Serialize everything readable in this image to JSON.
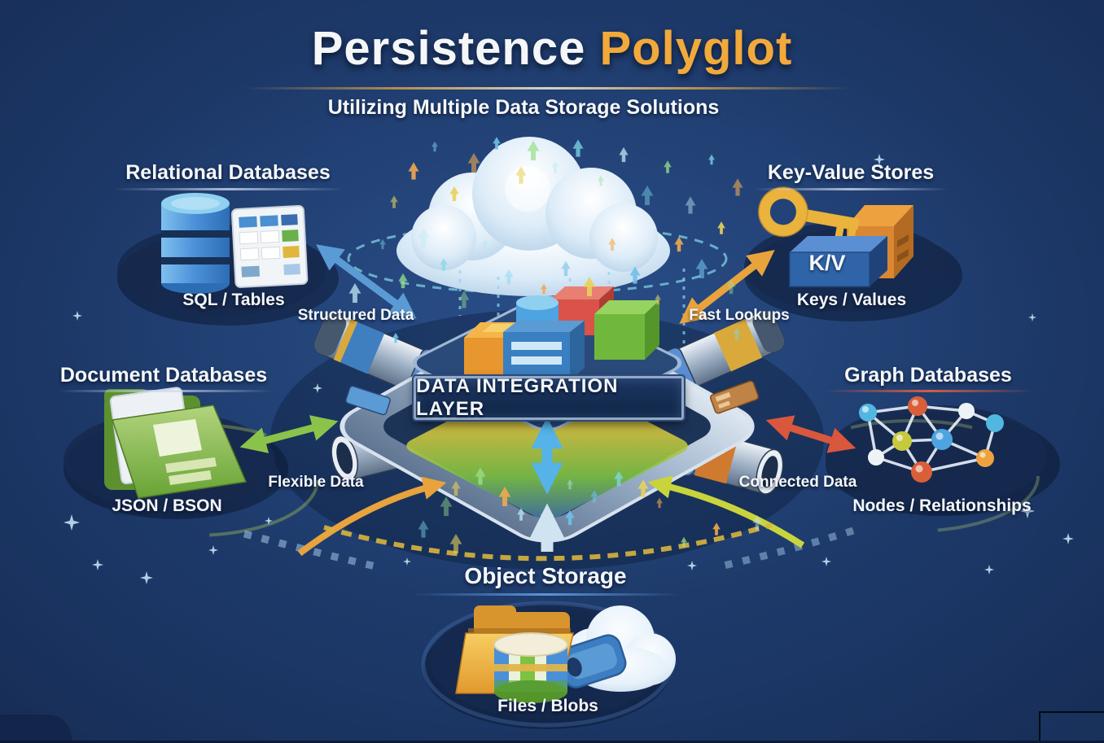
{
  "title": {
    "white": "Persistence",
    "accent": "Polyglot"
  },
  "subtitle": "Utilizing Multiple Data Storage Solutions",
  "banner": "DATA INTEGRATION LAYER",
  "sections": {
    "relational": {
      "title": "Relational Databases",
      "caption": "SQL / Tables",
      "arrow_label": "Structured Data"
    },
    "keyvalue": {
      "title": "Key-Value Stores",
      "caption": "Keys / Values",
      "arrow_label": "Fast Lookups",
      "box_label": "K/V"
    },
    "document": {
      "title": "Document Databases",
      "caption": "JSON / BSON",
      "arrow_label": "Flexible Data"
    },
    "graph": {
      "title": "Graph Databases",
      "caption": "Nodes / Relationships",
      "arrow_label": "Connected Data"
    },
    "object": {
      "title": "Object Storage",
      "caption": "Files / Blobs"
    }
  },
  "colors": {
    "title_accent": "#f2a93b",
    "arrow_structured": "#5b9bd5",
    "arrow_fast": "#e8a33d",
    "arrow_flexible": "#8bc34a",
    "arrow_connected": "#d9573d",
    "arrow_object_left": "#e8a33d",
    "arrow_object_right": "#c9d43c",
    "dashed_arc": "#d9b53c",
    "background": "#1c3766"
  }
}
